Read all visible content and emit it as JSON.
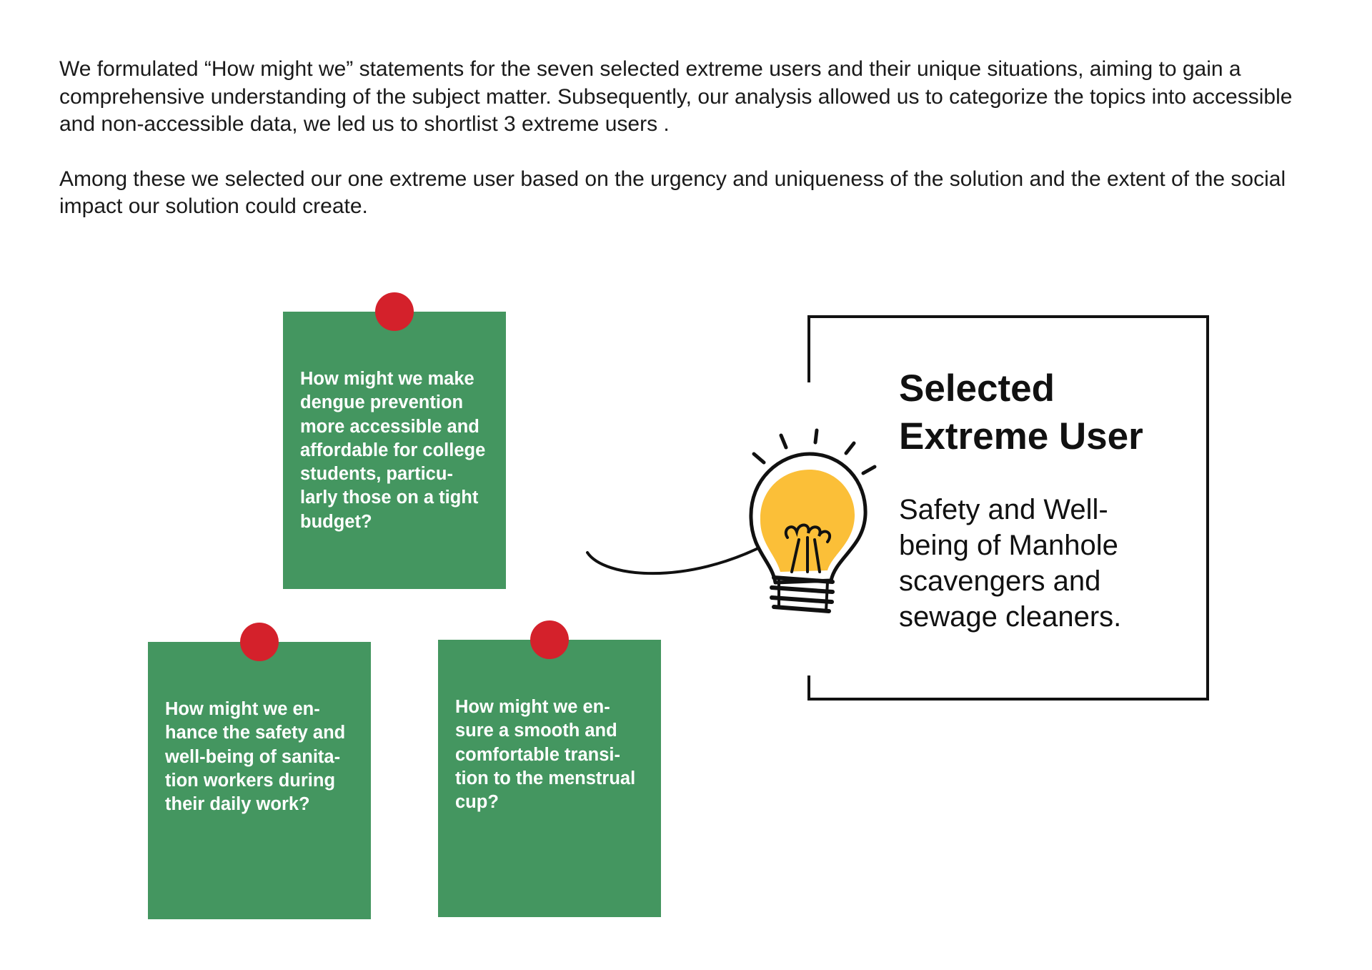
{
  "intro": {
    "paragraph_1": "We formulated “How might we” statements for the seven selected extreme users and their unique situations, aiming to gain a comprehensive understanding of the subject matter. Subsequently, our analysis allowed us to categorize the topics into accessible and non-accessible data, we led us to shortlist 3 extreme users .",
    "paragraph_2": "Among these we selected our one extreme user based on the urgency and uniqueness of the solution and the extent of the social impact our solution could create."
  },
  "notes": [
    {
      "text": "How might we make dengue prevention more accessible and affordable for college students, particu-larly those on a tight budget?"
    },
    {
      "text": "How might we en-hance the safety and well-being of sanita-tion workers during their daily work?"
    },
    {
      "text": "How might we en-sure a smooth and comfortable transi-tion to the menstrual cup?"
    }
  ],
  "selected": {
    "title_line_1": "Selected",
    "title_line_2": "Extreme User",
    "description": "Safety and Well-being of Manhole scavengers and sewage cleaners."
  },
  "colors": {
    "note_green": "#449660",
    "pin_red": "#d4212b",
    "bulb_yellow": "#fbbf38",
    "frame_black": "#111111"
  },
  "icons": [
    "push-pin-icon",
    "lightbulb-icon"
  ]
}
